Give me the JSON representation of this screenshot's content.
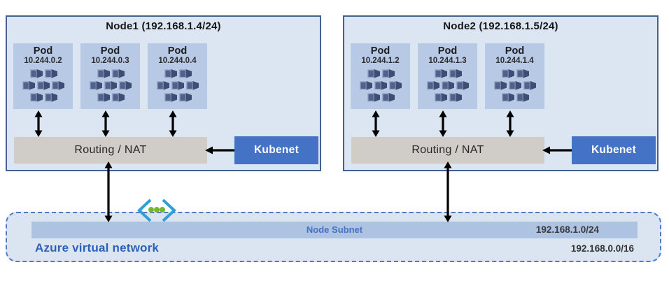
{
  "nodes": [
    {
      "title": "Node1 (192.168.1.4/24)",
      "pods": [
        {
          "label": "Pod",
          "ip": "10.244.0.2"
        },
        {
          "label": "Pod",
          "ip": "10.244.0.3"
        },
        {
          "label": "Pod",
          "ip": "10.244.0.4"
        }
      ],
      "routing_label": "Routing / NAT",
      "kubenet_label": "Kubenet"
    },
    {
      "title": "Node2 (192.168.1.5/24)",
      "pods": [
        {
          "label": "Pod",
          "ip": "10.244.1.2"
        },
        {
          "label": "Pod",
          "ip": "10.244.1.3"
        },
        {
          "label": "Pod",
          "ip": "10.244.1.4"
        }
      ],
      "routing_label": "Routing / NAT",
      "kubenet_label": "Kubenet"
    }
  ],
  "vnet": {
    "label": "Azure virtual network",
    "cidr": "192.168.0.0/16",
    "subnet": {
      "label": "Node Subnet",
      "cidr": "192.168.1.0/24"
    }
  },
  "icons": {
    "pods": "pods-cluster-icon",
    "vnet": "virtual-network-icon"
  },
  "colors": {
    "node-fill": "#dce6f3",
    "node-border": "#44608f",
    "pod-fill": "#b7c9e5",
    "routing-fill": "#d0cdc8",
    "kubenet-fill": "#4472c4",
    "kubenet-text": "#ffffff",
    "subnet-fill": "#aec2e2",
    "subnet-label": "#4472c4",
    "vnet-fill": "#dbe5f2",
    "vnet-border": "#4d7cc7",
    "vnet-label": "#2d5fb8",
    "arrow": "#000000",
    "chevron-blue": "#2e9fd8",
    "dot-green": "#76b82a",
    "pod-icon-dark": "#3c4e73",
    "pod-icon-mid": "#50618a",
    "pod-icon-light": "#93a6c9"
  }
}
